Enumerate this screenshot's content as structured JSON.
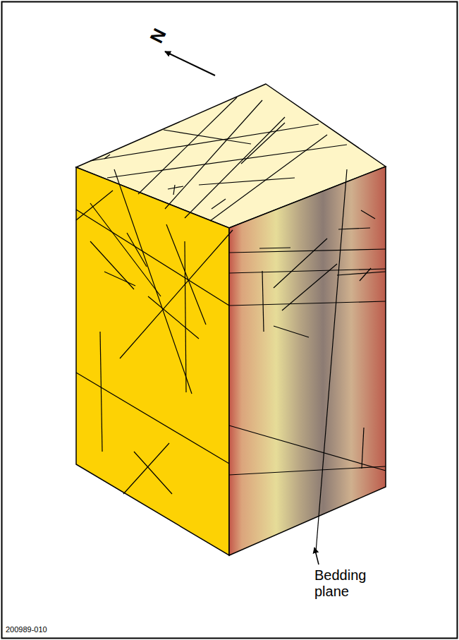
{
  "diagram": {
    "labels": [
      "N",
      "Bedding plane",
      "200989-010"
    ]
  }
}
